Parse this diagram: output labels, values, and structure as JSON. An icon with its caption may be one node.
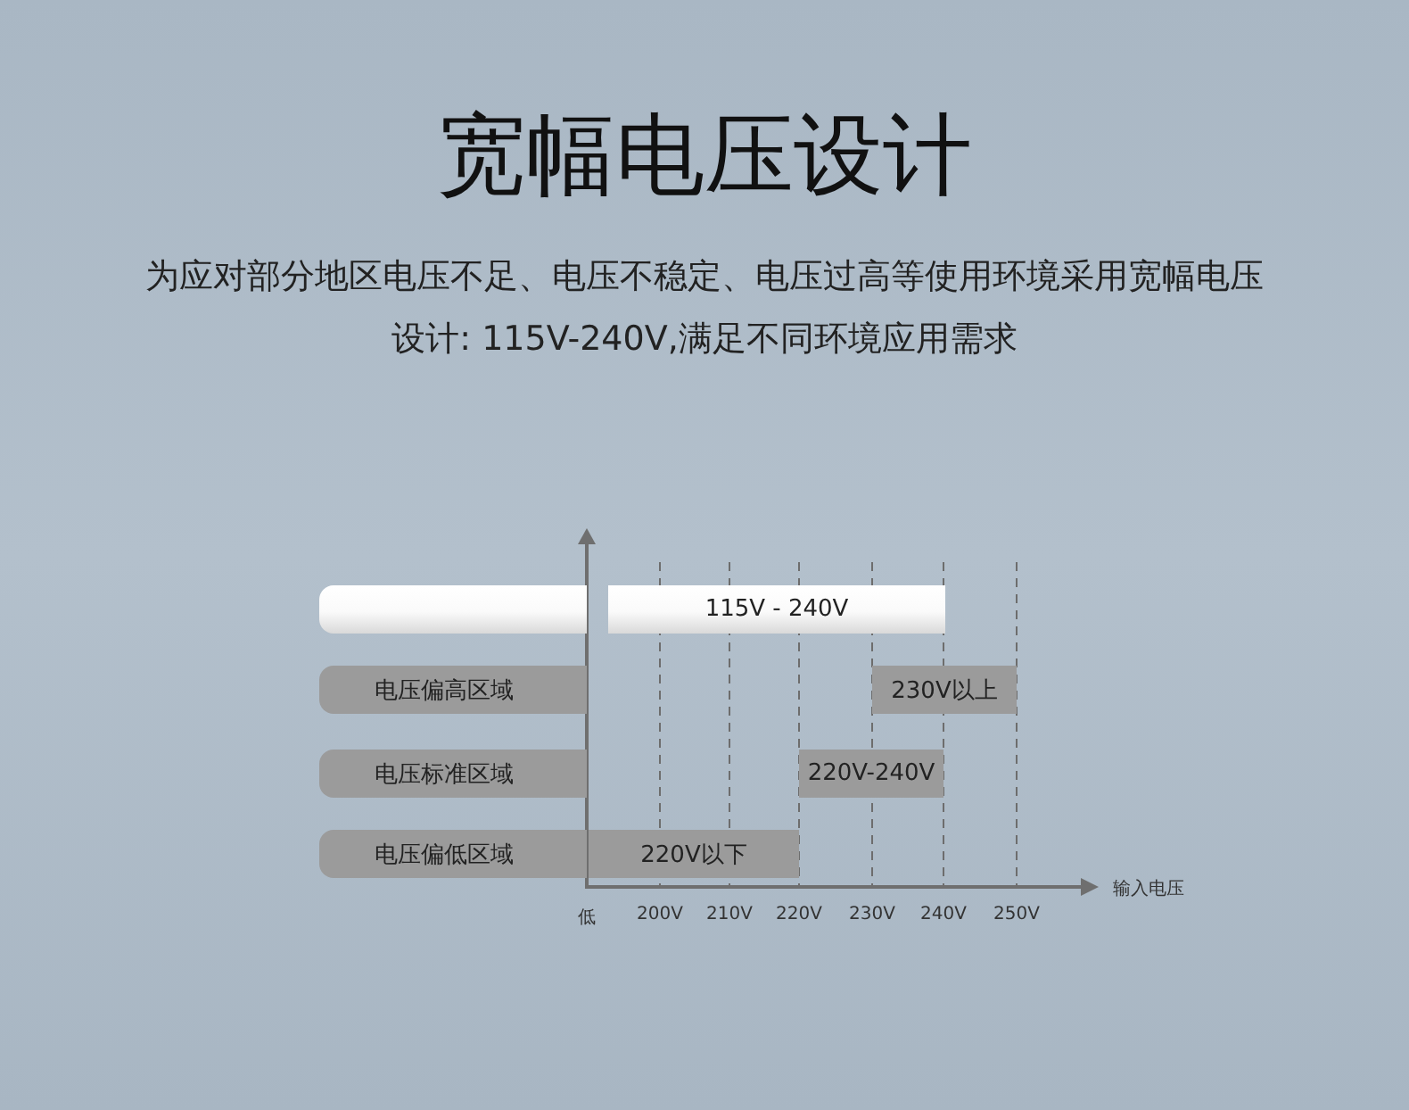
{
  "diagram": {
    "title": "宽幅电压设计",
    "nodes": [
      {
        "text": [],
        "shape": "box"
      },
      {
        "text": [
          "115V - 240V"
        ]
      },
      {
        "text": [
          "电压偏高区域"
        ]
      },
      {
        "text": [
          "230V以上"
        ]
      },
      {
        "text": [
          "电压标准区域"
        ]
      },
      {
        "text": [
          "220V-240V"
        ]
      },
      {
        "text": [
          "电压偏低区域"
        ]
      },
      {
        "text": [
          "220V以下"
        ]
      }
    ],
    "labels": [
      "为应对部分地区电压不足、电压不稳定、电压过高等使用环境采用宽幅电压设计: 115V-240V,满足不同环境应用需求",
      "低",
      "200V",
      "210V",
      "220V",
      "230V",
      "240V",
      "250V",
      "输入电压"
    ]
  }
}
